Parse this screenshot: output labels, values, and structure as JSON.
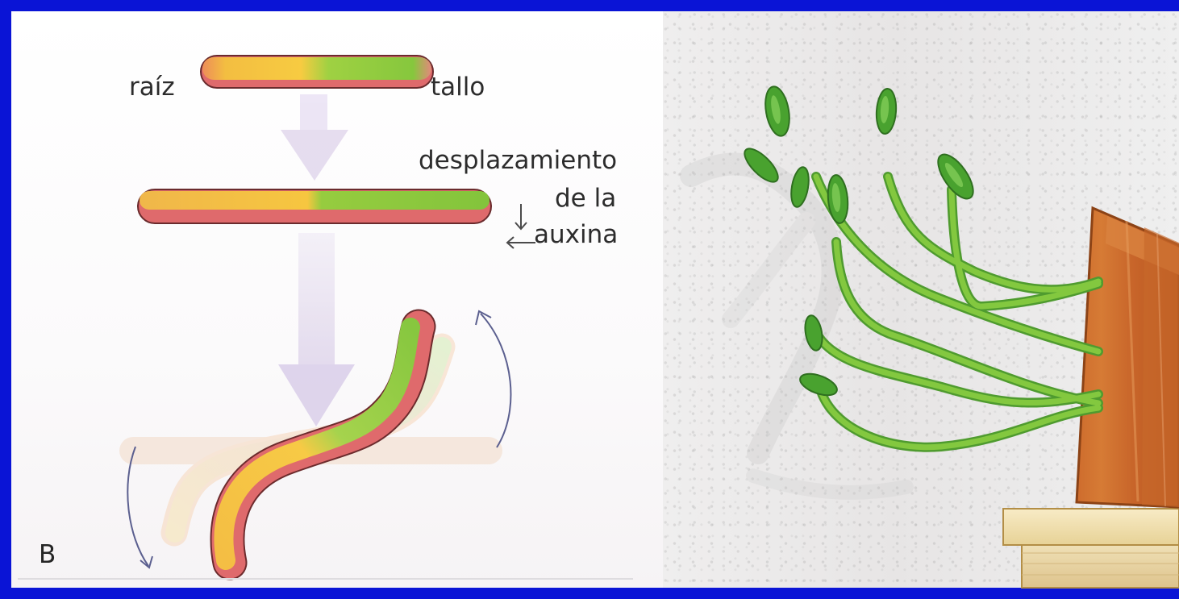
{
  "labels": {
    "root": "raíz",
    "stem": "tallo",
    "auxin_line1": "desplazamiento",
    "auxin_line2": "de la",
    "auxin_line3": "auxina",
    "panel_letter": "B"
  },
  "colors": {
    "frame": "#0a14d6",
    "stem_green": "#8fcd3b",
    "root_yellow": "#f4bf43",
    "auxin_pink": "#df6b6a",
    "arrow_lavender": "#ddd2ea",
    "pot_orange": "#cc6a27",
    "shelf_cream": "#f3dfa8"
  }
}
